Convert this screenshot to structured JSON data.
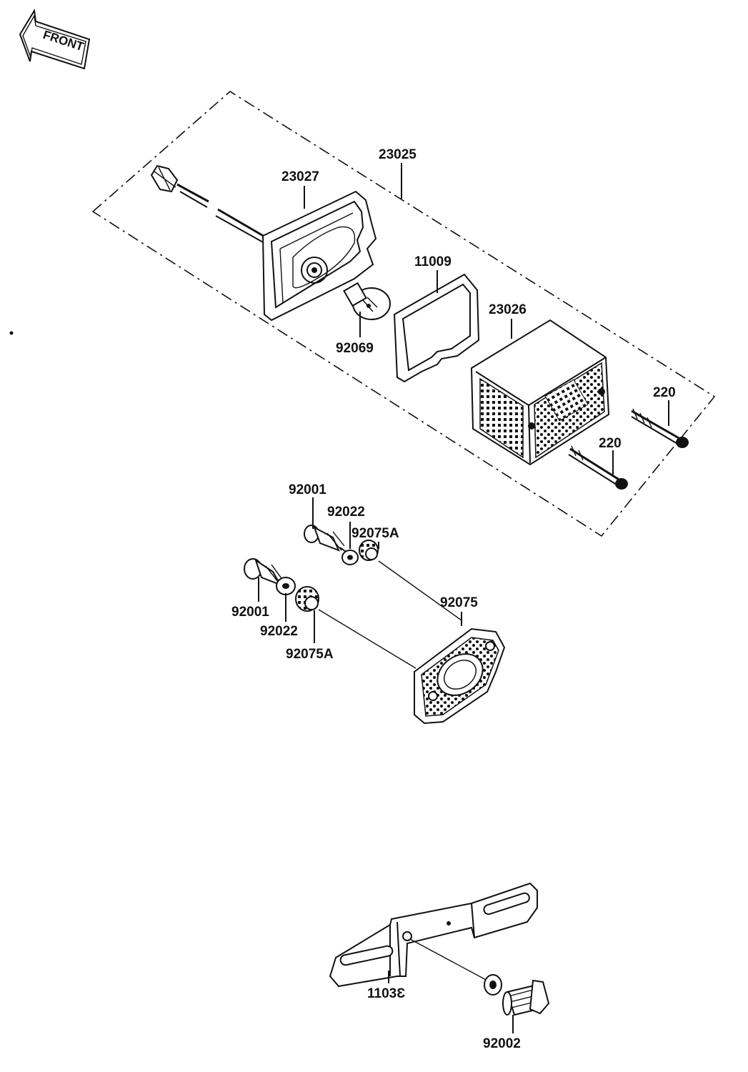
{
  "front_arrow": {
    "text": "FRONT"
  },
  "labels": {
    "p23025": "23025",
    "p23027": "23027",
    "p11009": "11009",
    "p23026": "23026",
    "p92069": "92069",
    "p220_top": "220",
    "p220_bottom": "220",
    "p92001_top": "92001",
    "p92022_top": "92022",
    "p92075A_top": "92075A",
    "p92001_left": "92001",
    "p92022_left": "92022",
    "p92075A_left": "92075A",
    "p92075": "92075",
    "p11038": "1103Ɛ",
    "p92002": "92002"
  }
}
